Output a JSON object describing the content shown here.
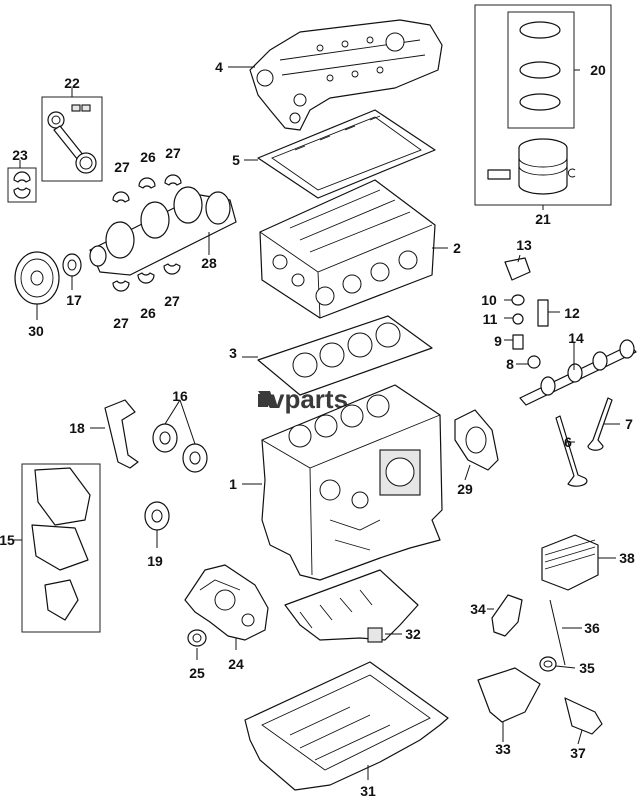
{
  "watermark": {
    "text": "vparts"
  },
  "callouts": {
    "c1": "1",
    "c2": "2",
    "c3": "3",
    "c4": "4",
    "c5": "5",
    "c6": "6",
    "c7": "7",
    "c8": "8",
    "c9": "9",
    "c10": "10",
    "c11": "11",
    "c12": "12",
    "c13": "13",
    "c14": "14",
    "c15": "15",
    "c16": "16",
    "c17": "17",
    "c18": "18",
    "c19": "19",
    "c20": "20",
    "c21": "21",
    "c22": "22",
    "c23": "23",
    "c24": "24",
    "c25": "25",
    "c26a": "26",
    "c26b": "26",
    "c27a": "27",
    "c27b": "27",
    "c27c": "27",
    "c27d": "27",
    "c28": "28",
    "c29": "29",
    "c30": "30",
    "c31": "31",
    "c32": "32",
    "c33": "33",
    "c34": "34",
    "c35": "35",
    "c36": "36",
    "c37": "37",
    "c38": "38"
  },
  "colors": {
    "line": "#111111",
    "fill": "#e6e6e6",
    "background": "#ffffff"
  }
}
